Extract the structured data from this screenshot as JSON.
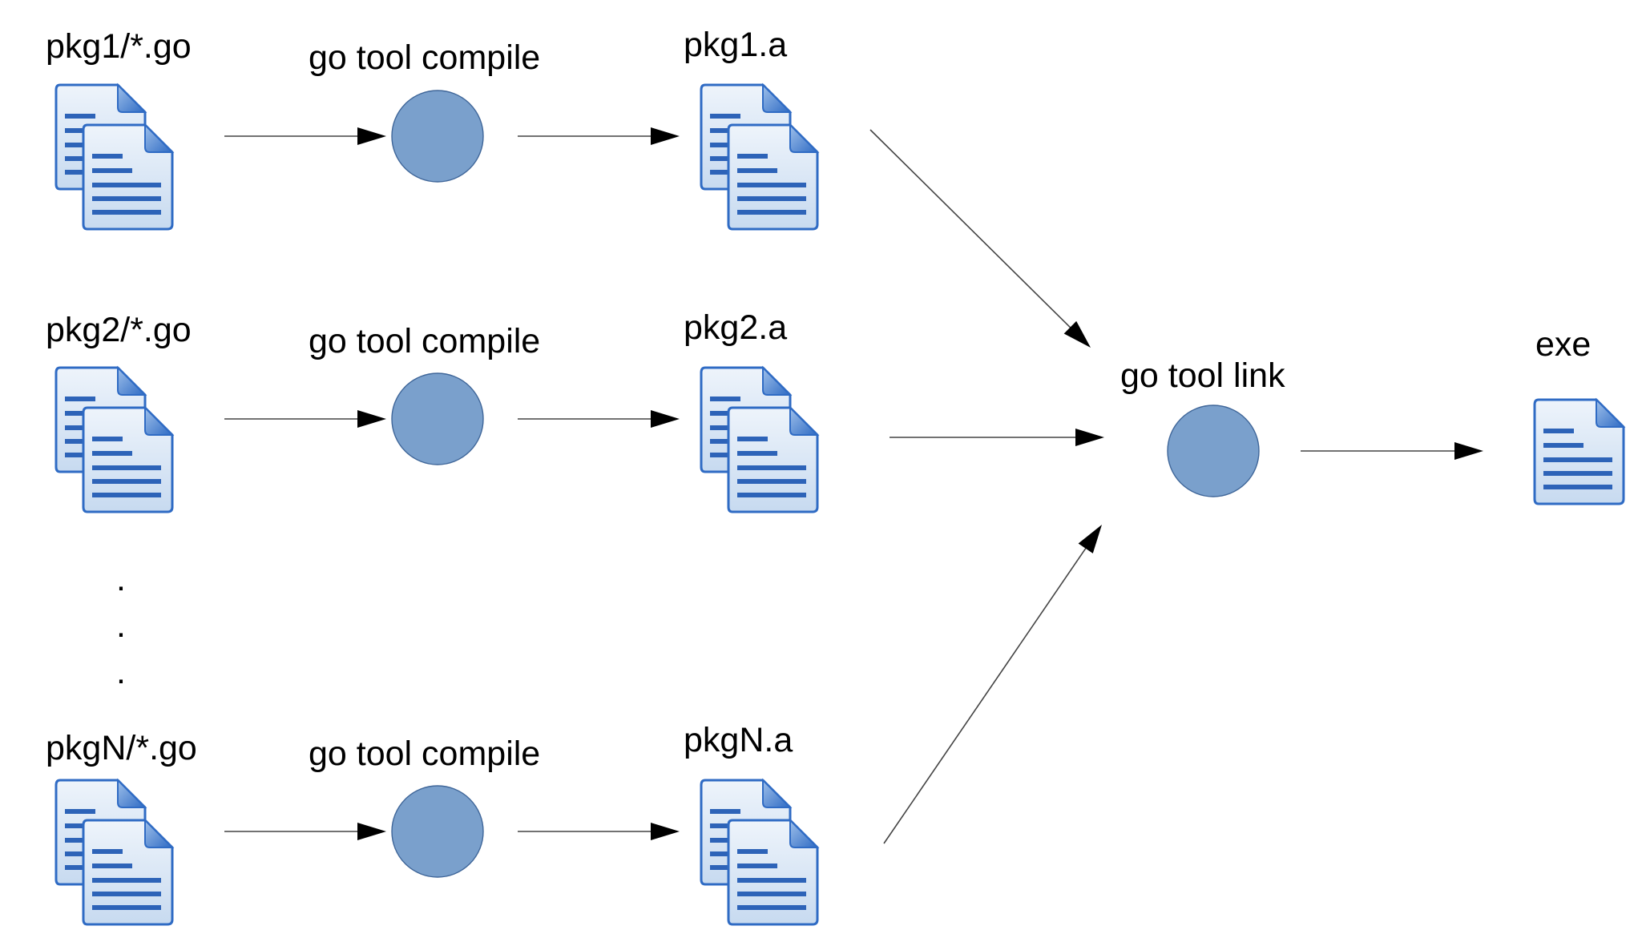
{
  "colors": {
    "node_fill": "#7aa0cc",
    "node_stroke": "#3f6699",
    "doc_fill_top": "#eef4fb",
    "doc_fill_bottom": "#c7daf0",
    "doc_stroke": "#2f6bc4",
    "doc_lines": "#2d63b8",
    "arrow": "#000000"
  },
  "icons": {
    "document": "document-icon",
    "stacked_documents": "stacked-documents-icon",
    "process": "process-circle"
  },
  "rows": [
    {
      "source_label": "pkg1/*.go",
      "compile_label": "go tool compile",
      "archive_label": "pkg1.a"
    },
    {
      "source_label": "pkg2/*.go",
      "compile_label": "go tool compile",
      "archive_label": "pkg2.a"
    },
    {
      "source_label": "pkgN/*.go",
      "compile_label": "go tool compile",
      "archive_label": "pkgN.a"
    }
  ],
  "ellipsis": [
    ".",
    ".",
    "."
  ],
  "link": {
    "label": "go tool link"
  },
  "output": {
    "label": "exe"
  }
}
